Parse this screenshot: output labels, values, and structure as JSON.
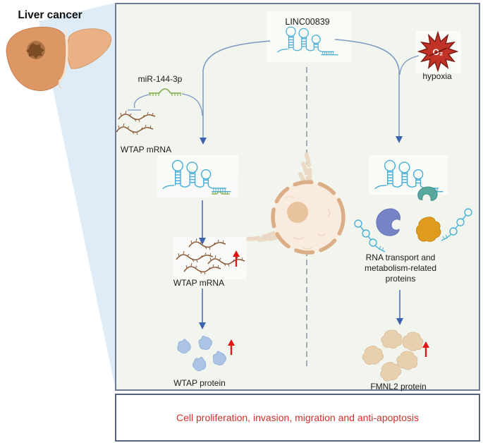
{
  "title": {
    "liver_label": "Liver cancer"
  },
  "diagram": {
    "linc_label": "LINC00839",
    "mir_label": "miR-144-3p",
    "wtap_mrna_top_label": "WTAP mRNA",
    "wtap_mrna_mid_label": "WTAP mRNA",
    "wtap_protein_label": "WTAP protein",
    "hypoxia_label": "hypoxia",
    "o2_label": "O₂",
    "rna_transport_label": "RNA transport and\nmetabolism-related\nproteins",
    "fmnl2_label": "FMNL2 protein"
  },
  "outcome_box": {
    "text": "Cell proliferation, invasion, migration  and anti-apoptosis"
  },
  "colors": {
    "rna_blue": "#45acd8",
    "mirna_green": "#7fa844",
    "mrna_brown": "#8a5a38",
    "wtap_protein_blue": "#abc4e5",
    "fmnl2_tan": "#e8cfad",
    "teal_protein": "#58a8a0",
    "purple_protein": "#7584c4",
    "orange_protein": "#de9b1e",
    "arrow_blue": "#3c63b2",
    "connector_blue": "#7b98c4",
    "up_arrow_red": "#e01616",
    "outcome_red": "#d92e2e",
    "hypoxia_red": "#c13327",
    "beam_blue": "#ddecf7",
    "panel_bg": "#f2f5ee",
    "nucleus_fill": "#f9ecdf",
    "nucleus_border": "#dcae87"
  }
}
